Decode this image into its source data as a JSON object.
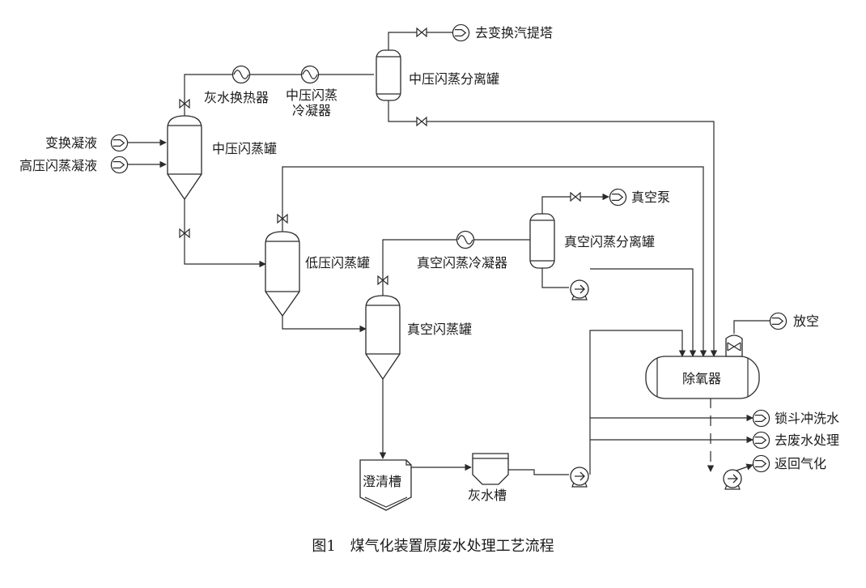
{
  "figure": {
    "number": "图1",
    "title": "煤气化装置原废水处理工艺流程"
  },
  "equipment": {
    "mp_flash_tank": "中压闪蒸罐",
    "ash_water_exchanger": "灰水换热器",
    "mp_flash_condenser_line1": "中压闪蒸",
    "mp_flash_condenser_line2": "冷凝器",
    "mp_flash_separator": "中压闪蒸分离罐",
    "lp_flash_tank": "低压闪蒸罐",
    "vac_flash_condenser": "真空闪蒸冷凝器",
    "vac_flash_separator": "真空闪蒸分离罐",
    "vac_flash_tank": "真空闪蒸罐",
    "clarifier": "澄清槽",
    "ash_water_tank": "灰水槽",
    "deaerator": "除氧器"
  },
  "streams": {
    "shift_condensate": "变换凝液",
    "hp_flash_condensate": "高压闪蒸凝液",
    "to_shift_stripper": "去变换汽提塔",
    "vacuum_pump": "真空泵",
    "vent": "放空",
    "lock_hopper_flush": "锁斗冲洗水",
    "to_wastewater": "去废水处理",
    "return_gasification": "返回气化"
  }
}
